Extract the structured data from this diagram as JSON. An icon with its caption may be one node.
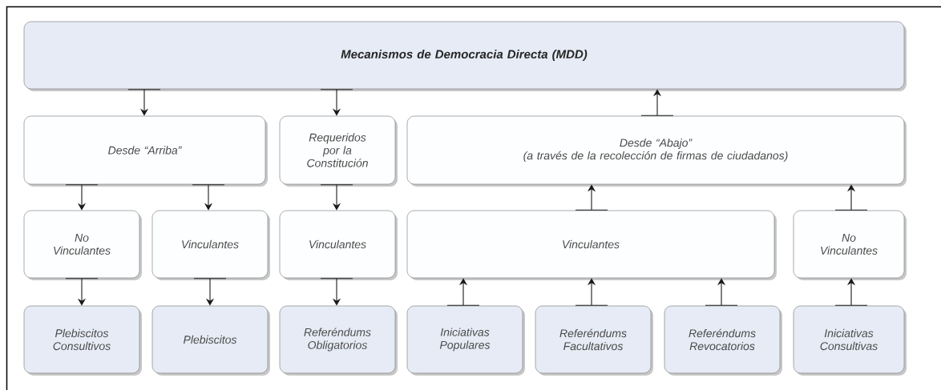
{
  "diagram": {
    "nodes": [
      {
        "text": [
          "Mecanismos de Democracia Directa (MDD)"
        ]
      },
      {
        "text": [
          "Desde “Arriba”"
        ]
      },
      {
        "text": [
          "Requeridos por la Constitución"
        ]
      },
      {
        "text": [
          "Desde “Abajo”",
          "(a través de la recolección de firmas de ciudadanos)"
        ]
      },
      {
        "text": [
          "No Vinculantes"
        ]
      },
      {
        "text": [
          "Vinculantes"
        ]
      },
      {
        "text": [
          "Vinculantes"
        ]
      },
      {
        "text": [
          "Vinculantes"
        ]
      },
      {
        "text": [
          "No Vinculantes"
        ]
      },
      {
        "text": [
          "Plebiscitos Consultivos"
        ]
      },
      {
        "text": [
          "Plebiscitos"
        ]
      },
      {
        "text": [
          "Referéndums Obligatorios"
        ]
      },
      {
        "text": [
          "Iniciativas Populares"
        ]
      },
      {
        "text": [
          "Referéndums Facultativos"
        ]
      },
      {
        "text": [
          "Referéndums Revocatorios"
        ]
      },
      {
        "text": [
          "Iniciativas Consultivas"
        ]
      }
    ],
    "edges": [
      {
        "from": 0,
        "to": 1,
        "arrow": "to"
      },
      {
        "from": 0,
        "to": 2,
        "arrow": "to"
      },
      {
        "from": 3,
        "to": 0,
        "arrow": "to"
      },
      {
        "from": 1,
        "to": 4,
        "arrow": "to"
      },
      {
        "from": 1,
        "to": 5,
        "arrow": "to"
      },
      {
        "from": 2,
        "to": 6,
        "arrow": "to"
      },
      {
        "from": 7,
        "to": 3,
        "arrow": "to"
      },
      {
        "from": 8,
        "to": 3,
        "arrow": "to"
      },
      {
        "from": 4,
        "to": 9,
        "arrow": "to"
      },
      {
        "from": 5,
        "to": 10,
        "arrow": "to"
      },
      {
        "from": 6,
        "to": 11,
        "arrow": "to"
      },
      {
        "from": 12,
        "to": 7,
        "arrow": "to"
      },
      {
        "from": 13,
        "to": 7,
        "arrow": "to"
      },
      {
        "from": 14,
        "to": 7,
        "arrow": "to"
      },
      {
        "from": 15,
        "to": 8,
        "arrow": "to"
      }
    ]
  }
}
